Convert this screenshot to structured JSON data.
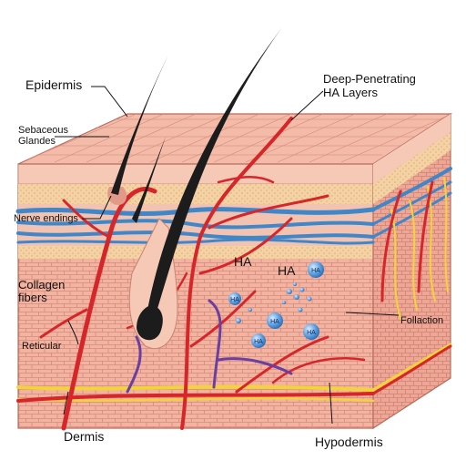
{
  "labels": {
    "epidermis": "Epidermis",
    "sebaceous": "Sebaceous Glandes",
    "nerve": "Nerve endings",
    "collagen": "Collagen fibers",
    "reticular": "Reticular",
    "dermis": "Dermis",
    "hypodermis": "Hypodermis",
    "deep_line1": "Deep-Penetrating",
    "deep_line2": "HA Layers",
    "follaction": "Follaction"
  },
  "ha": {
    "text_large": "HA",
    "bubble_text": "HA"
  },
  "colors": {
    "skin": "#f2b3a1",
    "skin_dark": "#e3998a",
    "epidermis_top": "#f6c8b6",
    "tan_layer": "#f4d2a4",
    "vein_blue": "#3f87c8",
    "artery_red": "#d7262a",
    "nerve_purple": "#6b3fa0",
    "fat_yellow": "#f2d33a",
    "hair": "#1c1c1c",
    "ha_bubble": "#4a8fd8"
  }
}
